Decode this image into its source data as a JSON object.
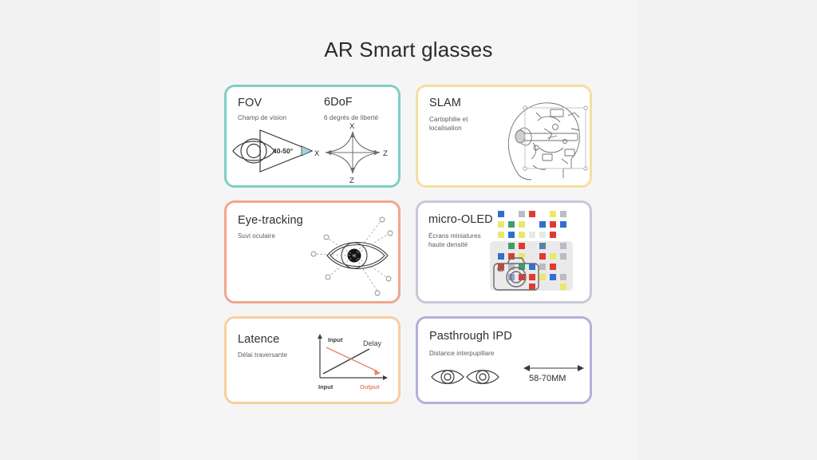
{
  "page": {
    "title": "AR Smart glasses",
    "background_color": "#f1f1f1",
    "panel_color": "#f5f5f5"
  },
  "cards": [
    {
      "id": "fov",
      "border_color": "#7fcfc4",
      "title": "FOV",
      "subtitle": "Champ de vision",
      "second_title": "6DoF",
      "second_subtitle": "6 degrés de liberté",
      "diagram": {
        "type": "fov-cone",
        "angle_label": "40-50°",
        "axis_labels": {
          "top": "X",
          "left": "X",
          "right": "Z",
          "bottom": "Z"
        }
      }
    },
    {
      "id": "slam",
      "border_color": "#f3dfa2",
      "title": "SLAM",
      "subtitle": "Cartophilie et\nlocalisation",
      "diagram": {
        "type": "head-profile-mapping"
      }
    },
    {
      "id": "eye-tracking",
      "border_color": "#f0a68e",
      "title": "Eye-tracking",
      "subtitle": "Suvi oculaire",
      "diagram": {
        "type": "eye-with-tracking-points"
      }
    },
    {
      "id": "micro-oled",
      "border_color": "#c5c9d8",
      "title": "micro-OLED",
      "subtitle": "Écrans miniatures\nhaute densité",
      "diagram": {
        "type": "pixel-grid-camera",
        "pixel_colors": [
          "#2f6fd0",
          "#e03b30",
          "#3aa06a",
          "#e9e86a",
          "#b9bcc4",
          "#e8e8e8"
        ]
      }
    },
    {
      "id": "latence",
      "border_color": "#f7cfa0",
      "title": "Latence",
      "subtitle": "Délai traversante",
      "diagram": {
        "type": "latency-chart",
        "label_input_top": "Input",
        "label_delay": "Delay",
        "label_input_axis": "Input",
        "label_output_axis": "Output",
        "input_color": "#e8836a",
        "delay_color": "#3d3d3d"
      }
    },
    {
      "id": "pasthrough-ipd",
      "border_color": "#b6aedb",
      "title": "Pasthrough IPD",
      "subtitle": "Distance interpupillare",
      "diagram": {
        "type": "ipd-measure",
        "measure_label": "58-70MM"
      }
    }
  ]
}
